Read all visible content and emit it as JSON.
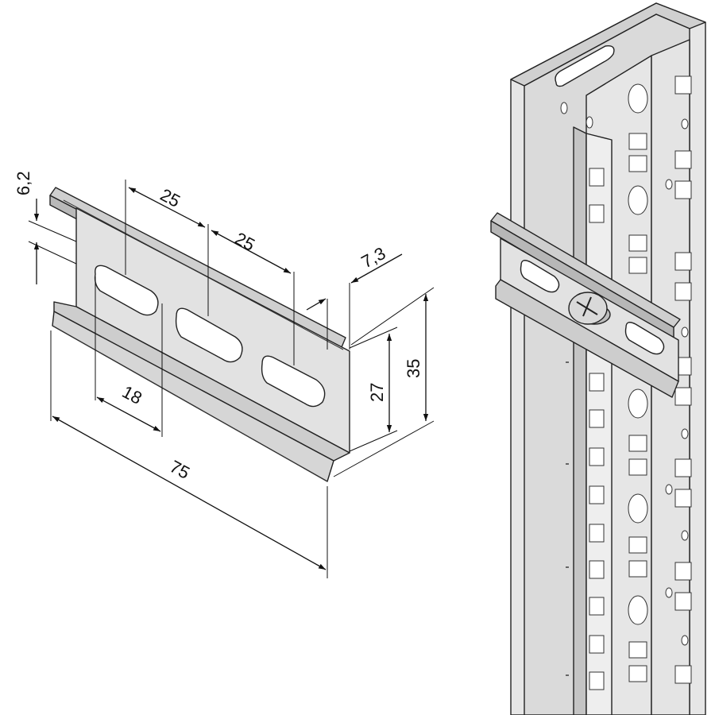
{
  "colors": {
    "steel_light": "#e3e3e3",
    "steel_mid": "#c9c9c9",
    "steel_dark": "#a8a8a8",
    "slot": "#ffffff",
    "line": "#222222",
    "background": "#ffffff"
  },
  "dimensions": {
    "flange_thickness": "6,2",
    "slot_pitch_1": "25",
    "slot_pitch_2": "25",
    "lip_depth": "7,3",
    "slot_length": "18",
    "overall_length": "75",
    "inner_height": "27",
    "outer_height": "35"
  }
}
